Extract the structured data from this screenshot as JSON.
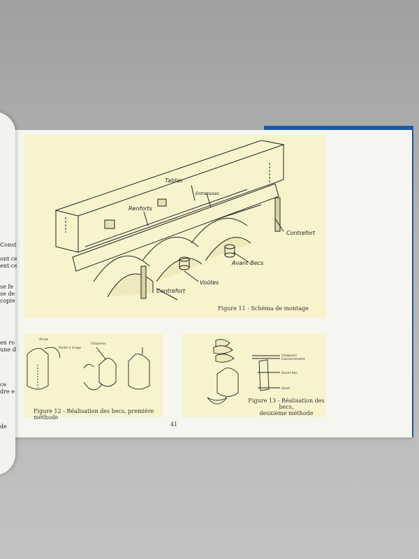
{
  "figures": {
    "fig11": {
      "caption": "Figure 11 - Schéma de montage",
      "labels": {
        "tablier": "Tablier",
        "entretoises": "Entretoises",
        "renforts": "Renforts",
        "contrefort_right": "Contrefort",
        "avant_becs": "Avant-Becs",
        "voutes": "Voûtes",
        "contrefort_left": "Contrefort"
      }
    },
    "fig12": {
      "caption": "Figure 12 - Réalisation des becs, première méthode",
      "labels": {
        "arrow_top": "Arrow",
        "partie_a_tirage": "Partie à tirage",
        "chaperon": "Chaperon"
      }
    },
    "fig13": {
      "caption_line1": "Figure 13 - Réalisation des becs,",
      "caption_line2": "deuxième méthode",
      "labels": {
        "chaperon": "Chaperon",
        "couronnement": "Couronnement",
        "avant_bec": "Avant-bec",
        "socle": "Socle"
      }
    }
  },
  "page_number": "41",
  "left_page_fragments": [
    "Construct",
    "ont ce",
    "ent ce",
    "se fe",
    "se de",
    "copie",
    "en ro",
    "une d",
    "ce",
    "dre e",
    "de"
  ]
}
